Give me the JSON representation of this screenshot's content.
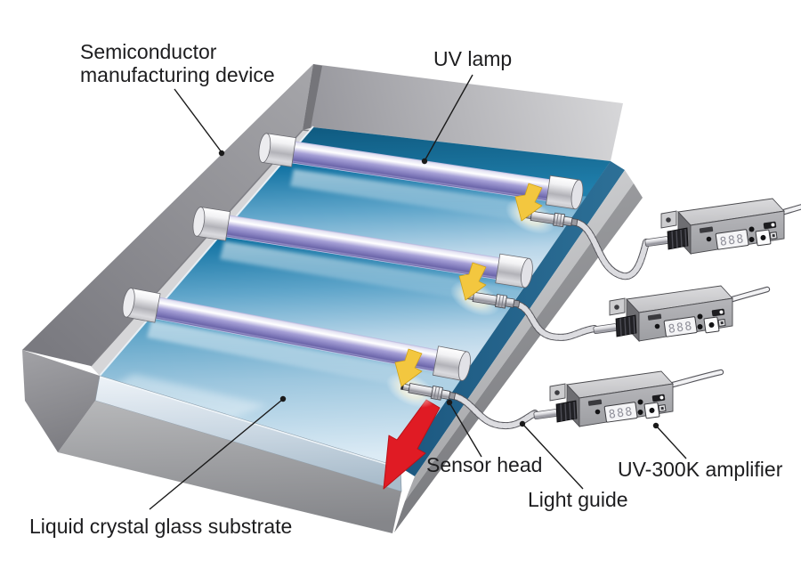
{
  "diagram": {
    "labels": {
      "device": {
        "line1": "Semiconductor",
        "line2": "manufacturing device"
      },
      "uv_lamp": "UV lamp",
      "substrate": "Liquid crystal glass substrate",
      "sensor_head": "Sensor head",
      "light_guide": "Light guide",
      "amplifier": "UV-300K amplifier"
    },
    "amplifier_display_value": "888",
    "counts": {
      "uv_lamps": 3,
      "sensor_heads": 3,
      "light_guides": 3,
      "amplifiers": 3
    },
    "colors": {
      "substrate_blue": "#1273a3",
      "lamp_purple": "#8b86c7",
      "uv_indicator_yellow": "#f3c73f",
      "direction_arrow_red": "#e01b24",
      "device_gray": "#a5a5a9"
    }
  }
}
